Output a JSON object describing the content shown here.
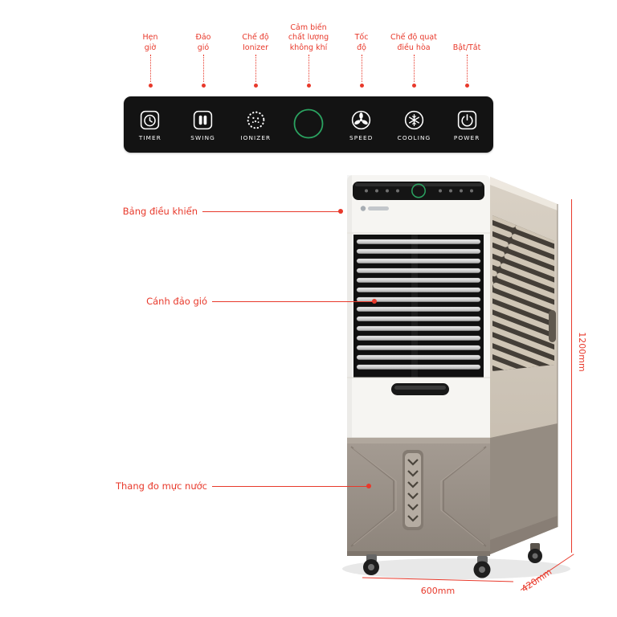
{
  "colors": {
    "accent": "#e8392b",
    "panel_bg": "#131313",
    "sensor_ring": "#2ba361",
    "product_body": "#f6f5f2",
    "product_side": "#cfc5b7",
    "product_tank": "#978e84"
  },
  "control_panel": {
    "buttons": [
      {
        "icon": "timer-icon",
        "label": "TIMER",
        "callout": "Hẹn\ngiờ"
      },
      {
        "icon": "swing-icon",
        "label": "SWING",
        "callout": "Đảo\ngió"
      },
      {
        "icon": "ionizer-icon",
        "label": "IONIZER",
        "callout": "Chế độ\nIonizer"
      },
      {
        "icon": "air-quality-sensor-ring",
        "label": "",
        "callout": "Cảm biến\nchất lượng\nkhông khí"
      },
      {
        "icon": "fan-icon",
        "label": "SPEED",
        "callout": "Tốc\nđộ"
      },
      {
        "icon": "snowflake-icon",
        "label": "COOLING",
        "callout": "Chế độ quạt\nđiều hòa"
      },
      {
        "icon": "power-icon",
        "label": "POWER",
        "callout": "Bật/Tắt"
      }
    ]
  },
  "product_callouts": [
    {
      "label": "Bảng điều khiển"
    },
    {
      "label": "Cánh đảo gió"
    },
    {
      "label": "Thang đo mực nước"
    }
  ],
  "dimensions": {
    "height": "1200mm",
    "width": "600mm",
    "depth": "420mm"
  }
}
